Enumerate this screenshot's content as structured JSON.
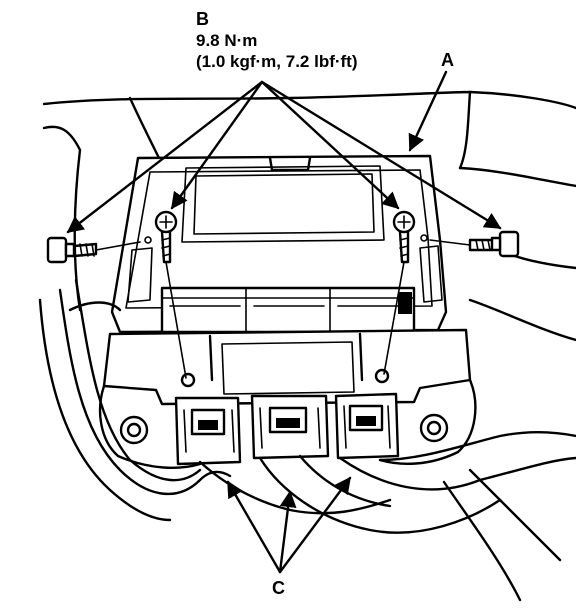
{
  "callouts": {
    "b": {
      "letter": "B",
      "torque_nm": "9.8 N·m",
      "torque_alt": "(1.0 kgf·m, 7.2 lbf·ft)"
    },
    "a": {
      "letter": "A"
    },
    "c": {
      "letter": "C"
    }
  }
}
